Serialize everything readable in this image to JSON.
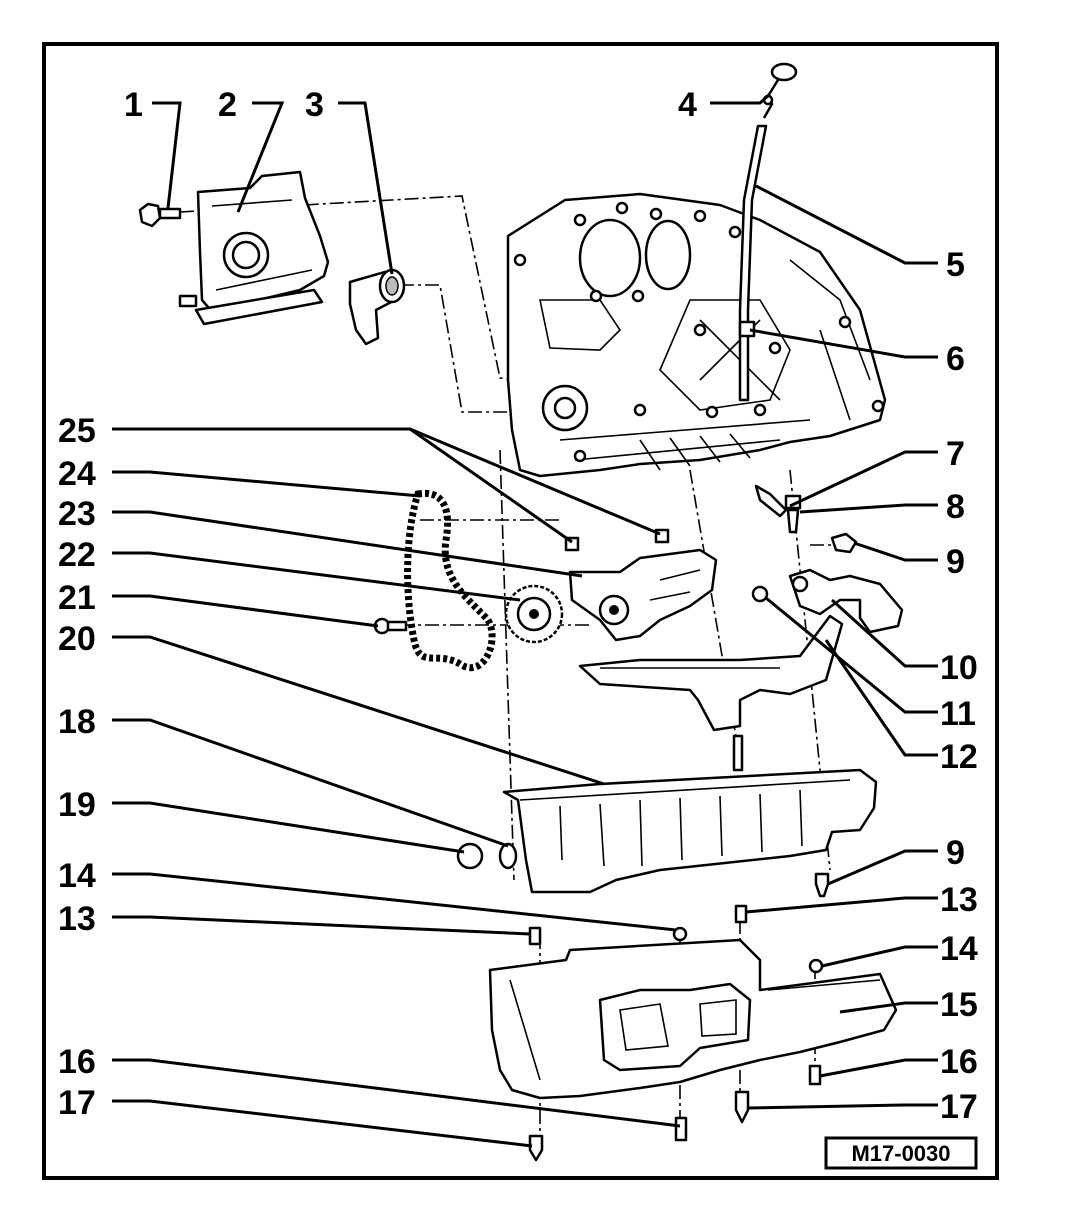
{
  "reference_code": "M17-0030",
  "callouts": [
    {
      "id": "c1",
      "label": "1"
    },
    {
      "id": "c2",
      "label": "2"
    },
    {
      "id": "c3",
      "label": "3"
    },
    {
      "id": "c4",
      "label": "4"
    },
    {
      "id": "c5",
      "label": "5"
    },
    {
      "id": "c6",
      "label": "6"
    },
    {
      "id": "c7",
      "label": "7"
    },
    {
      "id": "c8",
      "label": "8"
    },
    {
      "id": "c9a",
      "label": "9"
    },
    {
      "id": "c10",
      "label": "10"
    },
    {
      "id": "c11",
      "label": "11"
    },
    {
      "id": "c12",
      "label": "12"
    },
    {
      "id": "c9b",
      "label": "9"
    },
    {
      "id": "c13a",
      "label": "13"
    },
    {
      "id": "c14a",
      "label": "14"
    },
    {
      "id": "c15",
      "label": "15"
    },
    {
      "id": "c16a",
      "label": "16"
    },
    {
      "id": "c17a",
      "label": "17"
    },
    {
      "id": "c25",
      "label": "25"
    },
    {
      "id": "c24",
      "label": "24"
    },
    {
      "id": "c23",
      "label": "23"
    },
    {
      "id": "c22",
      "label": "22"
    },
    {
      "id": "c21",
      "label": "21"
    },
    {
      "id": "c20",
      "label": "20"
    },
    {
      "id": "c18",
      "label": "18"
    },
    {
      "id": "c19",
      "label": "19"
    },
    {
      "id": "c14b",
      "label": "14"
    },
    {
      "id": "c13b",
      "label": "13"
    },
    {
      "id": "c16b",
      "label": "16"
    },
    {
      "id": "c17b",
      "label": "17"
    }
  ]
}
